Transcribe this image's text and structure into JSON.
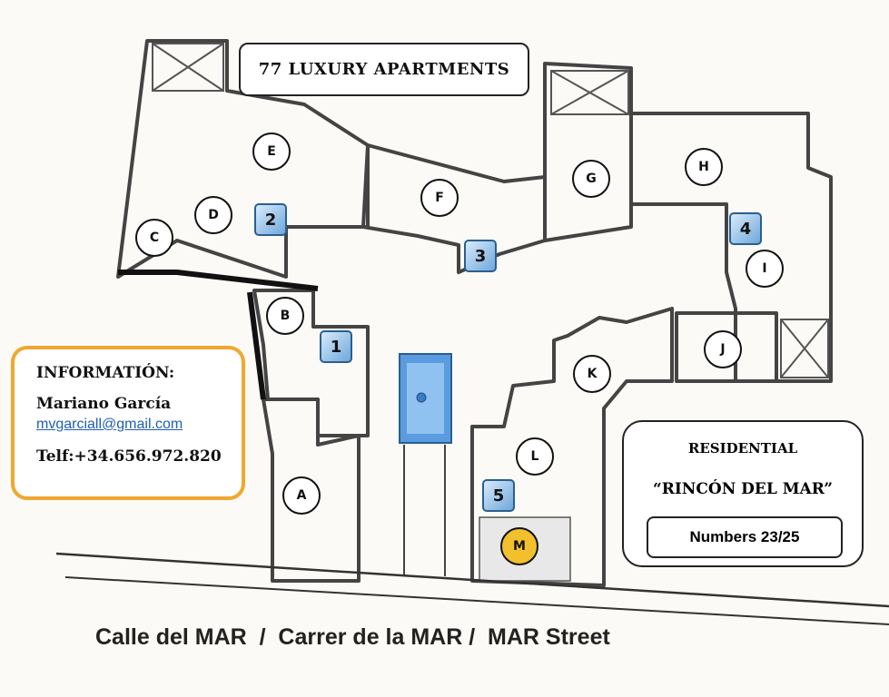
{
  "title": "77 LUXURY APARTMENTS",
  "units": {
    "A": "A",
    "B": "B",
    "C": "C",
    "D": "D",
    "E": "E",
    "F": "F",
    "G": "G",
    "H": "H",
    "I": "I",
    "J": "J",
    "K": "K",
    "L": "L",
    "M": "M"
  },
  "entrances": {
    "e1": "1",
    "e2": "2",
    "e3": "3",
    "e4": "4",
    "e5": "5"
  },
  "info": {
    "title": "INFORMATIÓN:",
    "name": "Mariano García",
    "email": "mvgarciall@gmail.com",
    "phone": "Telf:+34.656.972.820"
  },
  "residential": {
    "line1": "RESIDENTIAL",
    "line2": "“RINCÓN DEL MAR”",
    "numbers": "Numbers 23/25"
  },
  "street": "Calle del MAR  /  Carrer de la MAR /  MAR Street",
  "colors": {
    "info_border": "#f0a830",
    "entry_fill": "#6fa7db",
    "unit_m": "#f2c02c"
  }
}
